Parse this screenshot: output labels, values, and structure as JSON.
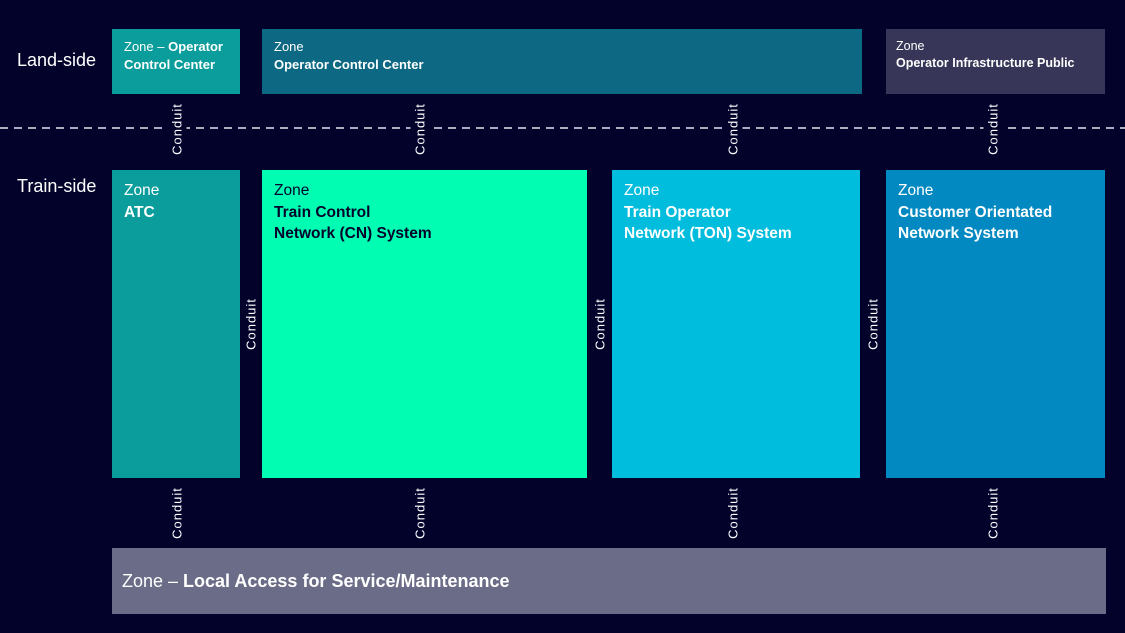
{
  "colors": {
    "background": "#02022b",
    "teal": "#0b9c9c",
    "dark_blue": "#0d6883",
    "slate": "#373659",
    "mint": "#00fdb1",
    "cyan": "#00bcdd",
    "blue": "#0389c1",
    "gray": "#6b6c88",
    "dash": "#a9adbe",
    "dark_text": "#02022b"
  },
  "labels": {
    "land_side": "Land-side",
    "train_side": "Train-side",
    "conduit": "Conduit"
  },
  "land_zones": [
    {
      "prefix": "Zone – ",
      "name": "Operator Control Center"
    },
    {
      "prefix": "Zone",
      "name": "Operator Control Center"
    },
    {
      "prefix": "Zone",
      "name": "Operator Infrastructure Public"
    }
  ],
  "train_zones": [
    {
      "prefix": "Zone",
      "line1": "ATC",
      "line2": ""
    },
    {
      "prefix": "Zone",
      "line1": "Train Control",
      "line2": "Network (CN) System"
    },
    {
      "prefix": "Zone",
      "line1": "Train Operator",
      "line2": "Network (TON) System"
    },
    {
      "prefix": "Zone",
      "line1": "Customer Orientated",
      "line2": "Network System"
    }
  ],
  "bottom_zone": {
    "prefix": "Zone – ",
    "name": "Local Access for Service/Maintenance"
  }
}
